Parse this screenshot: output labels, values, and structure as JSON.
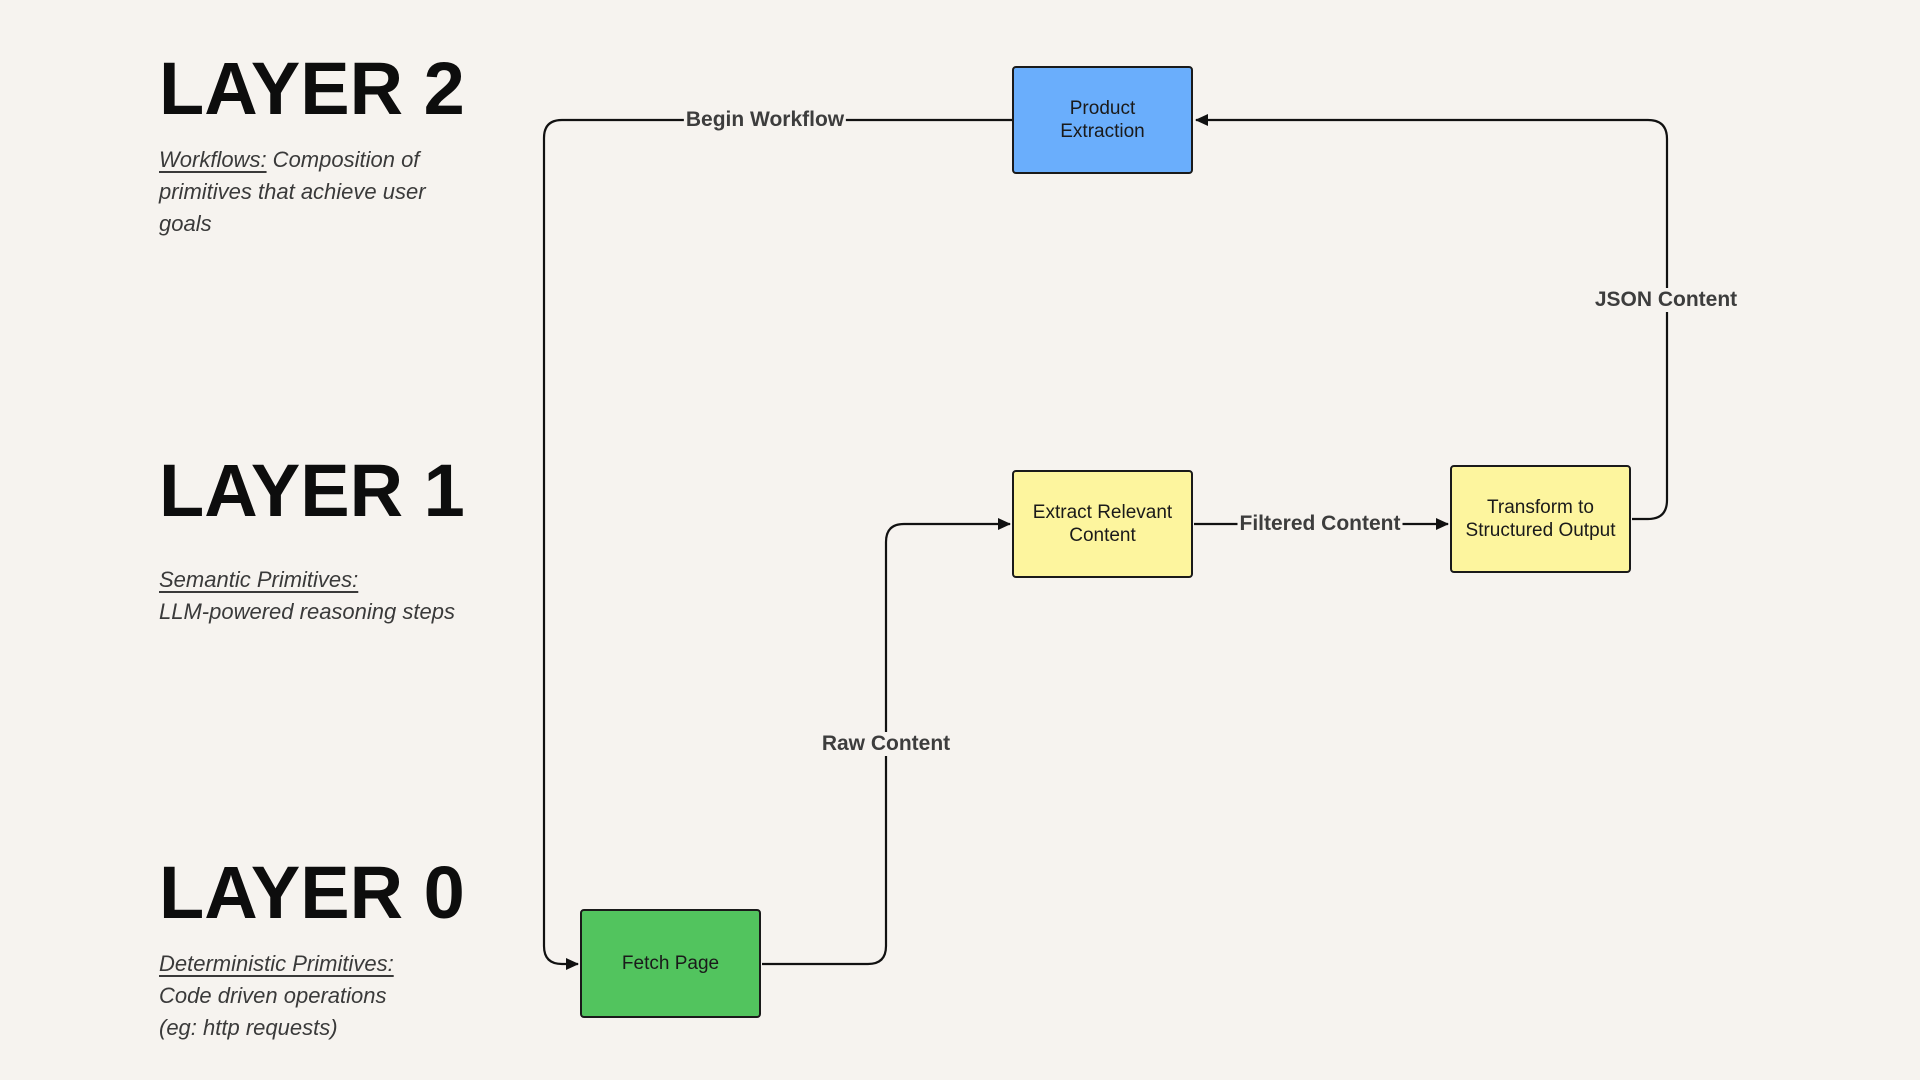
{
  "layers": [
    {
      "title": "LAYER 2",
      "term": "Workflows:",
      "description": " Composition of primitives that achieve user goals"
    },
    {
      "title": "LAYER 1",
      "term": "Semantic Primitives:",
      "description": "LLM-powered reasoning steps"
    },
    {
      "title": "LAYER 0",
      "term": "Deterministic Primitives:",
      "description_line1": "Code driven operations",
      "description_line2": "(eg: http requests)"
    }
  ],
  "nodes": {
    "product_extraction": {
      "label_line1": "Product",
      "label_line2": "Extraction",
      "color": "#6aaefc"
    },
    "extract_relevant": {
      "label_line1": "Extract Relevant",
      "label_line2": "Content",
      "color": "#fdf59e"
    },
    "transform": {
      "label_line1": "Transform to",
      "label_line2": "Structured Output",
      "color": "#fdf59e"
    },
    "fetch_page": {
      "label_line1": "Fetch Page",
      "color": "#52c45e"
    }
  },
  "edges": {
    "begin_workflow": "Begin Workflow",
    "raw_content": "Raw Content",
    "filtered_content": "Filtered Content",
    "json_content": "JSON Content"
  }
}
